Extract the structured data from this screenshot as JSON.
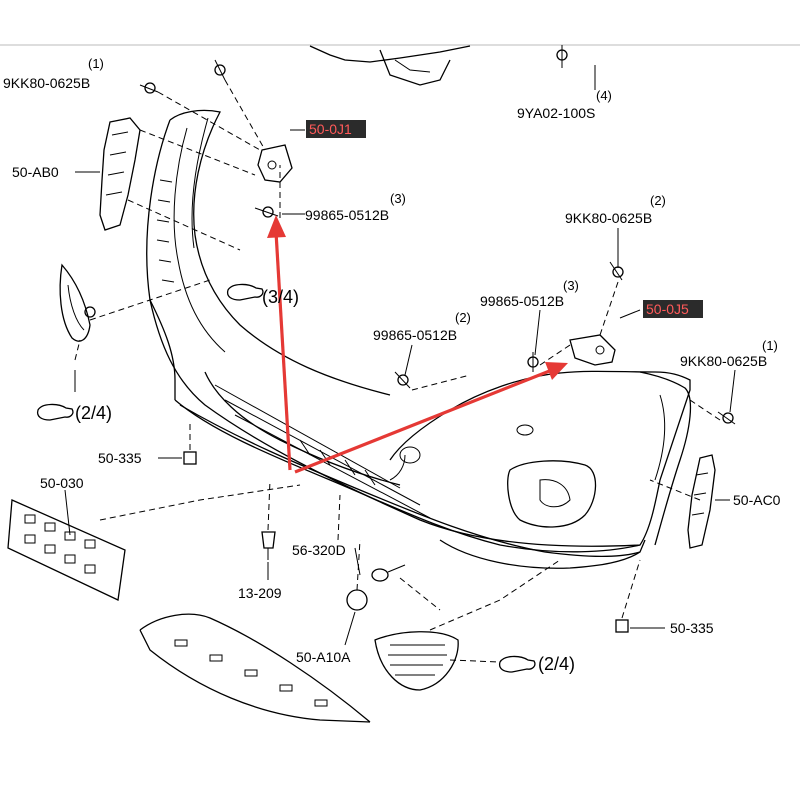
{
  "labels": {
    "p1_code": "9KK80-0625B",
    "p1_qty": "(1)",
    "p2_code": "50-AB0",
    "p3_code": "50-0J1",
    "p4_code": "99865-0512B",
    "p4_qty": "(3)",
    "p5_code": "9YA02-100S",
    "p5_qty": "(4)",
    "p6_code": "9KK80-0625B",
    "p6_qty": "(2)",
    "p7_code": "99865-0512B",
    "p7_qty": "(3)",
    "p8_code": "50-0J5",
    "p9_code": "99865-0512B",
    "p9_qty": "(2)",
    "p10_code": "9KK80-0625B",
    "p10_qty": "(1)",
    "p11_code": "50-335",
    "p12_code": "50-030",
    "p13_code": "50-AC0",
    "p14_code": "56-320D",
    "p15_code": "13-209",
    "p16_code": "50-A10A",
    "p17_code": "50-335",
    "ref1": "(3/4)",
    "ref2": "(2/4)",
    "ref3": "(2/4)"
  },
  "colors": {
    "highlight_bg": "#2b2b2b",
    "highlight_text": "#ff5a5a",
    "arrow": "#e53935"
  },
  "icons": [
    "pointing-hand-icon",
    "bolt-icon",
    "clip-icon"
  ]
}
